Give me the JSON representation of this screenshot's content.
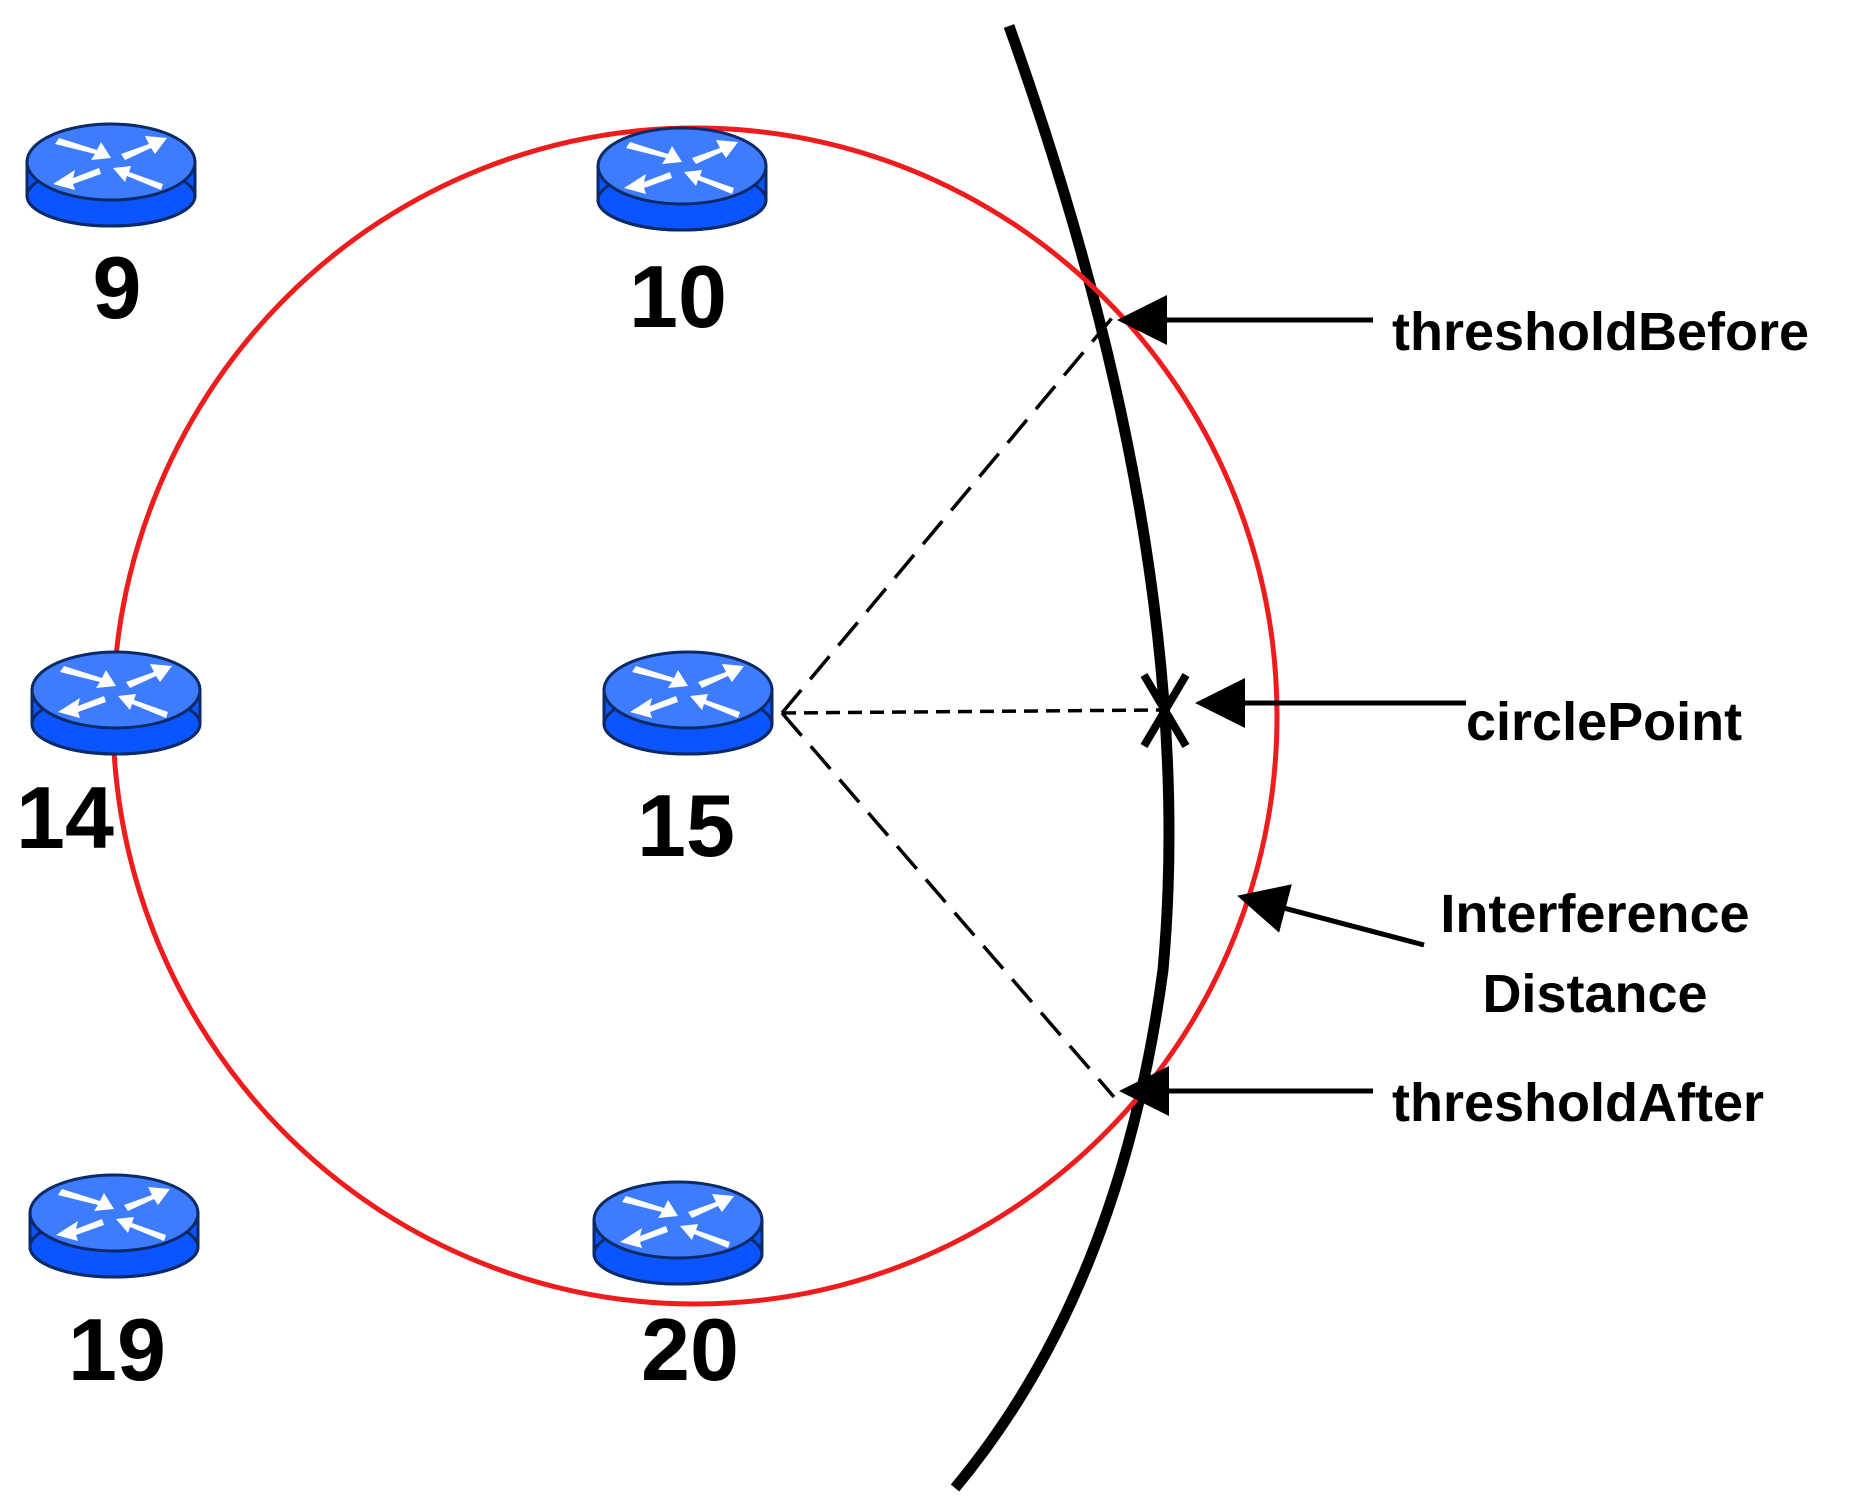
{
  "colors": {
    "router_body": "#0a55ff",
    "router_top": "#4d86ff",
    "router_arrows": "#ffffff",
    "interference_circle": "#ee1c1c",
    "boundary_curve": "#000000",
    "background": "#ffffff"
  },
  "routers": [
    {
      "id": "9",
      "label": "9",
      "icon": "router-icon"
    },
    {
      "id": "10",
      "label": "10",
      "icon": "router-icon"
    },
    {
      "id": "14",
      "label": "14",
      "icon": "router-icon"
    },
    {
      "id": "15",
      "label": "15",
      "icon": "router-icon"
    },
    {
      "id": "19",
      "label": "19",
      "icon": "router-icon"
    },
    {
      "id": "20",
      "label": "20",
      "icon": "router-icon"
    }
  ],
  "annotations": {
    "threshold_before": "thresholdBefore",
    "circle_point": "circlePoint",
    "interference_line1": "Interference",
    "interference_line2": "Distance",
    "threshold_after": "thresholdAfter"
  }
}
